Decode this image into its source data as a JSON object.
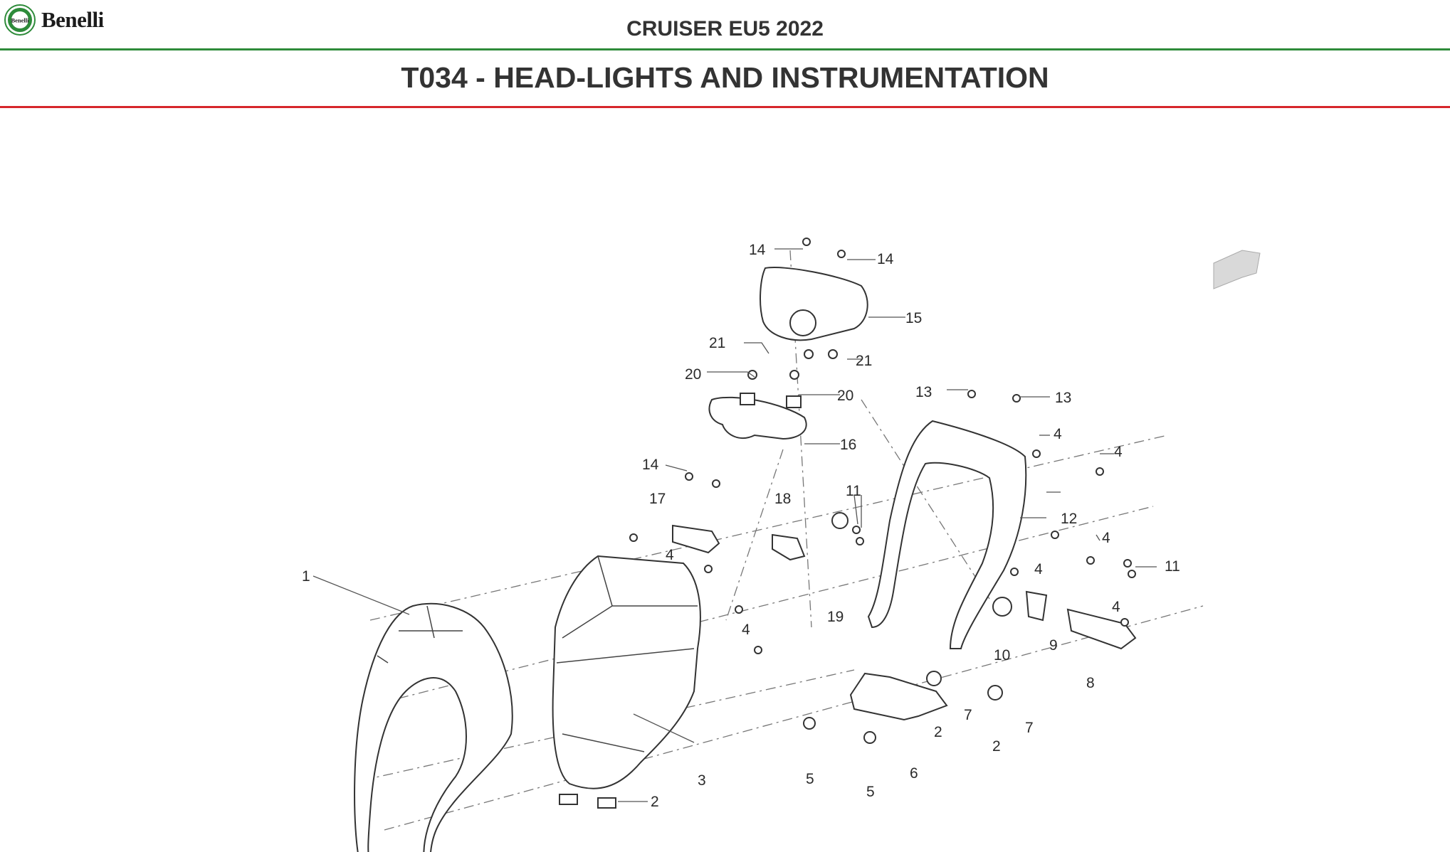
{
  "brand": {
    "name": "Benelli",
    "badge_text": "Benelli",
    "colors": {
      "green": "#2e8b3a",
      "red": "#d6262b"
    }
  },
  "header": {
    "model": "CRUISER EU5 2022"
  },
  "section": {
    "title": "T034 - HEAD-LIGHTS AND INSTRUMENTATION"
  },
  "diagram": {
    "callouts": [
      "1",
      "2",
      "2",
      "2",
      "3",
      "4",
      "4",
      "4",
      "4",
      "4",
      "4",
      "4",
      "5",
      "5",
      "6",
      "7",
      "7",
      "8",
      "9",
      "10",
      "11",
      "11",
      "12",
      "13",
      "13",
      "14",
      "14",
      "14",
      "15",
      "16",
      "17",
      "18",
      "19",
      "20",
      "20",
      "21",
      "21"
    ],
    "icons": [
      "benelli-logo-icon",
      "direction-arrow-icon"
    ]
  }
}
